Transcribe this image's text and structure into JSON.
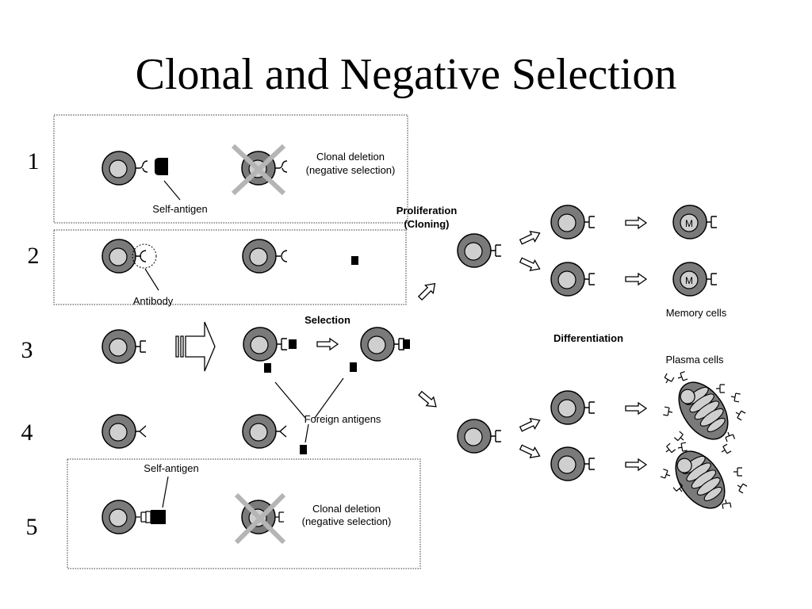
{
  "title": "Clonal and Negative Selection",
  "rows": [
    "1",
    "2",
    "3",
    "4",
    "5"
  ],
  "labels": {
    "clonal_deletion_1": [
      "Clonal deletion",
      "(negative selection)"
    ],
    "self_antigen_1": "Self-antigen",
    "antibody": "Antibody",
    "proliferation": [
      "Proliferation",
      "(Cloning)"
    ],
    "selection": "Selection",
    "foreign_antigens": "Foreign antigens",
    "memory_cells": "Memory cells",
    "differentiation": "Differentiation",
    "plasma_cells": "Plasma cells",
    "self_antigen_5": "Self-antigen",
    "clonal_deletion_5": [
      "Clonal deletion",
      "(negative selection)"
    ],
    "memory_marker": "M"
  }
}
